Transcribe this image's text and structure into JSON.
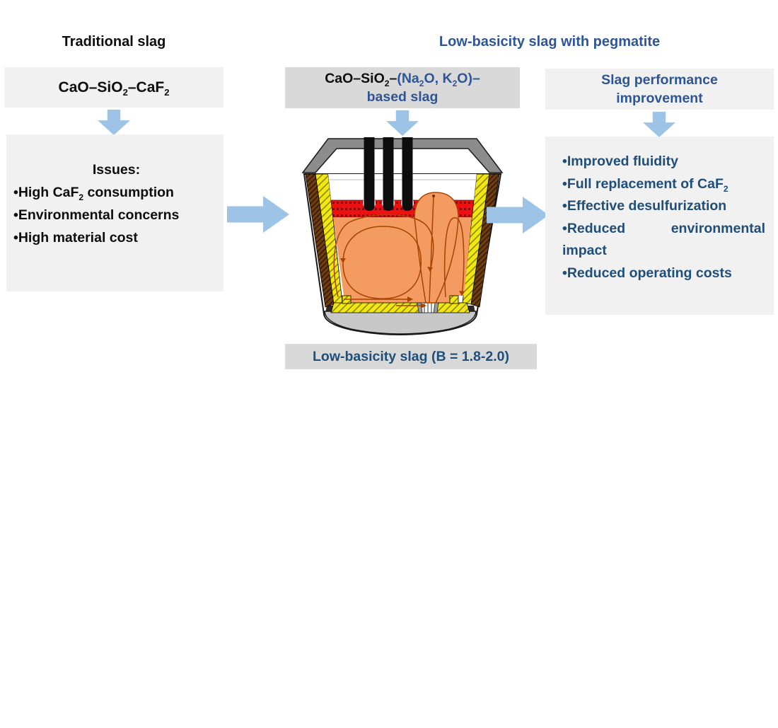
{
  "colors": {
    "accent_blue": "#2e5597",
    "dark_blue": "#1f4e79",
    "arrow_blue": "#9dc3e6",
    "box_light_gray": "#f1f1f1",
    "box_medium_gray": "#d9d9d9",
    "slag_red": "#ee1111",
    "melt_orange": "#f49b62",
    "lining_yellow": "#f2e713",
    "brick_brown": "#6f3d10",
    "shell_gray": "#8c8c8c"
  },
  "left": {
    "title": "Traditional slag",
    "formula_box": {
      "segments": [
        {
          "t": "CaO–SiO"
        },
        {
          "t": "2",
          "sub": true
        },
        {
          "t": "–CaF"
        },
        {
          "t": "2",
          "sub": true
        }
      ]
    },
    "issues_box": {
      "heading": "Issues:",
      "bullets": [
        [
          {
            "t": "•High CaF"
          },
          {
            "t": "2",
            "sub": true
          },
          {
            "t": " consumption"
          }
        ],
        [
          {
            "t": "•Environmental concerns"
          }
        ],
        [
          {
            "t": "•High material cost"
          }
        ]
      ]
    }
  },
  "center": {
    "title": "Low-basicity slag with pegmatite",
    "slag_box": {
      "line1": [
        {
          "t": "CaO–SiO"
        },
        {
          "t": "2",
          "sub": true
        },
        {
          "t": "–"
        },
        {
          "t": "(Na",
          "cls": "blue"
        },
        {
          "t": "2",
          "sub": true,
          "cls": "blue"
        },
        {
          "t": "O, K",
          "cls": "blue"
        },
        {
          "t": "2",
          "sub": true,
          "cls": "blue"
        },
        {
          "t": "O)–",
          "cls": "blue"
        }
      ],
      "line2": [
        {
          "t": "based slag",
          "cls": "blue"
        }
      ]
    },
    "basicity_label": "Low-basicity slag (B = 1.8-2.0)"
  },
  "right": {
    "performance_box": {
      "label": "Slag performance improvement"
    },
    "benefits_box": {
      "bullets": [
        [
          {
            "t": "•Improved fluidity"
          }
        ],
        [
          {
            "t": "•Full replacement of CaF"
          },
          {
            "t": "2",
            "sub": true
          }
        ],
        [
          {
            "t": "•Effective desulfurization"
          }
        ],
        [
          {
            "t": "•Reduced environmental impact"
          }
        ],
        [
          {
            "t": "•Reduced operating costs"
          }
        ]
      ]
    }
  }
}
